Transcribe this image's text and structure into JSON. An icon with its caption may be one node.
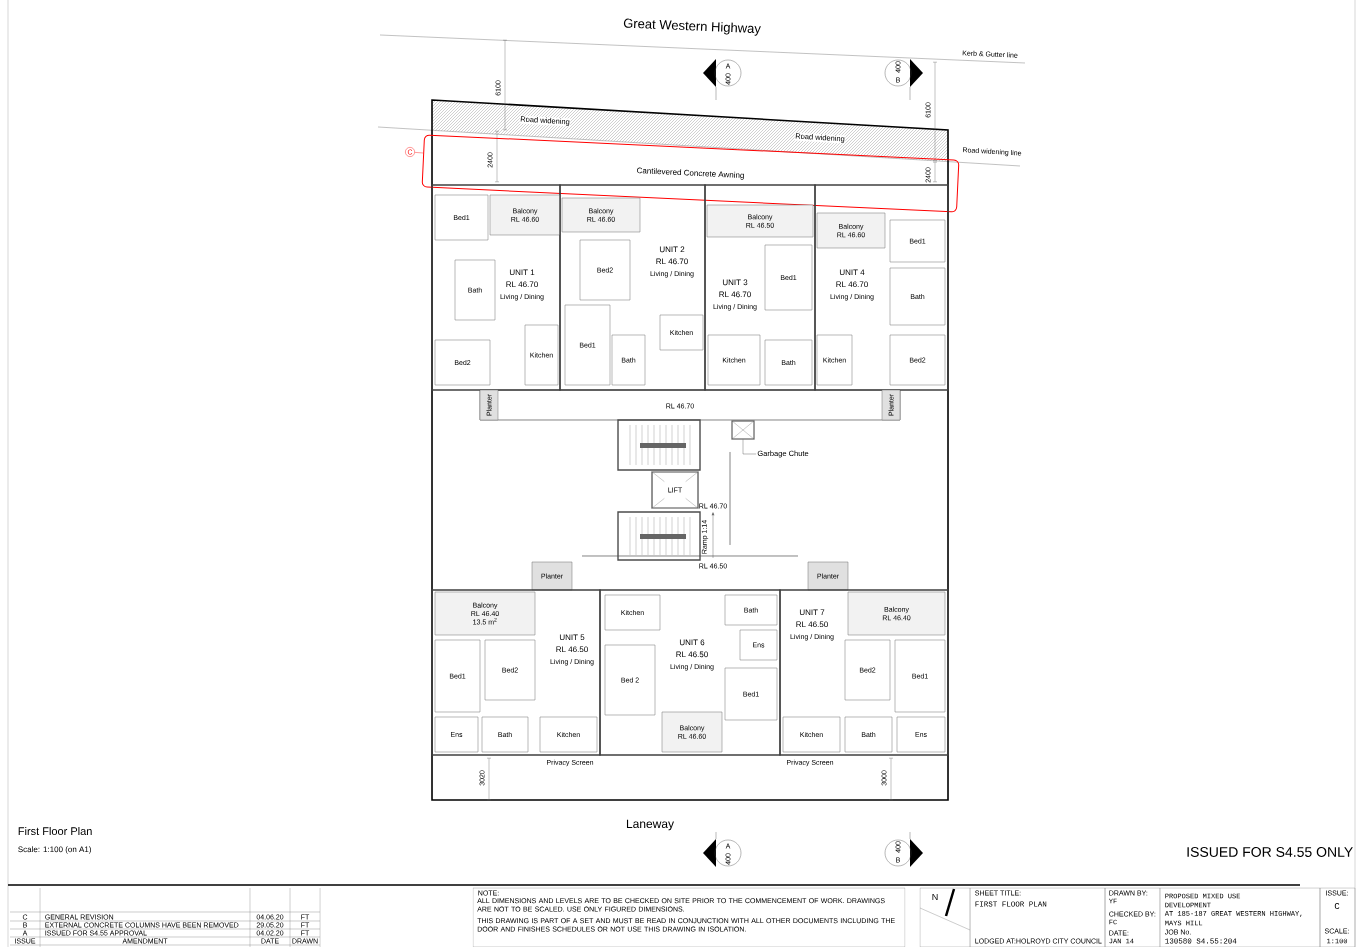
{
  "diagram": {
    "nodes": [
      {
        "text": [
          "C"
        ]
      },
      {
        "text": [
          "Cantilevered Concrete Awning"
        ]
      },
      {
        "text": [
          "UNIT 1",
          "RL 46.70",
          "Living / Dining"
        ]
      },
      {
        "text": [
          "Bed1"
        ],
        "in": 2
      },
      {
        "text": [
          "Balcony",
          "RL 46.60"
        ],
        "in": 2
      },
      {
        "text": [
          "Bath"
        ],
        "in": 2
      },
      {
        "text": [
          "Bed2"
        ],
        "in": 2
      },
      {
        "text": [
          "Kitchen"
        ],
        "in": 2
      },
      {
        "text": [
          "UNIT 2",
          "RL 46.70",
          "Living / Dining"
        ]
      },
      {
        "text": [
          "Balcony",
          "RL 46.60"
        ],
        "in": 8
      },
      {
        "text": [
          "Bed2"
        ],
        "in": 8
      },
      {
        "text": [
          "Bed1"
        ],
        "in": 8
      },
      {
        "text": [
          "Bath"
        ],
        "in": 8
      },
      {
        "text": [
          "Kitchen"
        ],
        "in": 8
      },
      {
        "text": [
          "UNIT 3",
          "RL 46.70",
          "Living / Dining"
        ]
      },
      {
        "text": [
          "Balcony",
          "RL 46.50"
        ],
        "in": 14
      },
      {
        "text": [
          "Bed1"
        ],
        "in": 14
      },
      {
        "text": [
          "Kitchen"
        ],
        "in": 14
      },
      {
        "text": [
          "Bath"
        ],
        "in": 14
      },
      {
        "text": [
          "UNIT 4",
          "RL 46.70",
          "Living / Dining"
        ]
      },
      {
        "text": [
          "Balcony",
          "RL 46.60"
        ],
        "in": 19
      },
      {
        "text": [
          "Bed1"
        ],
        "in": 19
      },
      {
        "text": [
          "Bath"
        ],
        "in": 19
      },
      {
        "text": [
          "Bed2"
        ],
        "in": 19
      },
      {
        "text": [
          "Kitchen"
        ],
        "in": 19
      },
      {
        "text": [
          "Planter"
        ]
      },
      {
        "text": [
          "Planter"
        ]
      },
      {
        "text": [
          "LIFT"
        ]
      },
      {
        "text": [],
        "shape": "box"
      },
      {
        "text": [
          "Garbage Chute"
        ]
      },
      {
        "text": [
          "Planter"
        ]
      },
      {
        "text": [
          "Planter"
        ]
      },
      {
        "text": [
          "UNIT 5",
          "RL 46.50",
          "Living / Dining"
        ]
      },
      {
        "text": [
          "Balcony",
          "RL 46.40",
          "13.5 m$^{2}$"
        ],
        "in": 32
      },
      {
        "text": [
          "Bed1"
        ],
        "in": 32
      },
      {
        "text": [
          "Bed2"
        ],
        "in": 32
      },
      {
        "text": [
          "Ens"
        ],
        "in": 32
      },
      {
        "text": [
          "Bath"
        ],
        "in": 32
      },
      {
        "text": [
          "Kitchen"
        ],
        "in": 32
      },
      {
        "text": [
          "UNIT 6",
          "RL 46.50",
          "Living / Dining"
        ]
      },
      {
        "text": [
          "Kitchen"
        ],
        "in": 39
      },
      {
        "text": [
          "Bath"
        ],
        "in": 39
      },
      {
        "text": [
          "Ens"
        ],
        "in": 39
      },
      {
        "text": [
          "Bed 2"
        ],
        "in": 39
      },
      {
        "text": [
          "Bed1"
        ],
        "in": 39
      },
      {
        "text": [
          "Balcony",
          "RL 46.60"
        ],
        "in": 39
      },
      {
        "text": [
          "UNIT 7",
          "RL 46.50",
          "Living / Dining"
        ]
      },
      {
        "text": [
          "Balcony",
          "RL 46.40"
        ],
        "in": 46
      },
      {
        "text": [
          "Bed2"
        ],
        "in": 46
      },
      {
        "text": [
          "Bed1"
        ],
        "in": 46
      },
      {
        "text": [
          "Kitchen"
        ],
        "in": 46
      },
      {
        "text": [
          "Bath"
        ],
        "in": 46
      },
      {
        "text": [
          "Ens"
        ],
        "in": 46
      }
    ],
    "edges": [
      {
        "from": 0,
        "to": 1,
        "arrow": "none",
        "color": "#ff0000"
      },
      {
        "from": 29,
        "to": 28,
        "arrow": "none",
        "color": "#4c4c4c"
      }
    ],
    "labels": [
      "Great Western Highway",
      "Kerb & Gutter line",
      "A",
      "400",
      "B",
      "400",
      "6100",
      "6100",
      "Road widening",
      "Road widening",
      "Road widening line",
      "2400",
      "2400",
      "RL 46.70",
      "RL 46.70",
      "Ramp 1:14",
      "RL 46.50",
      "Privacy Screen",
      "Privacy Screen",
      "3020",
      "3000",
      "First Floor Plan",
      "Scale: 1:100 (on A1)",
      "Laneway",
      "A",
      "400",
      "B",
      "400",
      "ISSUED FOR S4.55 ONLY",
      "C",
      "GENERAL REVISION",
      "04.06.20",
      "FT",
      "B",
      "EXTERNAL CONCRETE COLUMNS HAVE BEEN REMOVED",
      "29.05.20",
      "FT",
      "A",
      "ISSUED FOR S4.55 APPROVAL",
      "04.02.20",
      "FT",
      "ISSUE",
      "AMENDMENT",
      "DATE",
      "DRAWN",
      "NOTE:",
      "ALL DIMENSIONS AND LEVELS ARE TO BE CHECKED ON SITE PRIOR TO THE COMMENCEMENT OF WORK. DRAWINGS ARE NOT TO BE SCALED. USE ONLY FIGURED DIMENSIONS.",
      "THIS DRAWING IS PART OF A SET AND MUST BE READ IN CONJUNCTION WITH ALL OTHER DOCUMENTS INCLUDING THE DOOR AND FINISHES SCHEDULES OR NOT USE THIS DRAWING IN ISOLATION.",
      "N",
      "SHEET TITLE:",
      "FIRST FLOOR PLAN",
      "LODGED AT:HOLROYD CITY COUNCIL",
      "DRAWN BY:",
      "YF",
      "CHECKED BY:",
      "FC",
      "DATE:",
      "JAN 14",
      "PROPOSED MIXED USE",
      "DEVELOPMENT",
      "AT 185-187 GREAT WESTERN HIGHWAY,",
      "MAYS HILL",
      "JOB No.",
      "130580 S4.55:204",
      "ISSUE:",
      "C",
      "SCALE:",
      "1:100"
    ]
  }
}
